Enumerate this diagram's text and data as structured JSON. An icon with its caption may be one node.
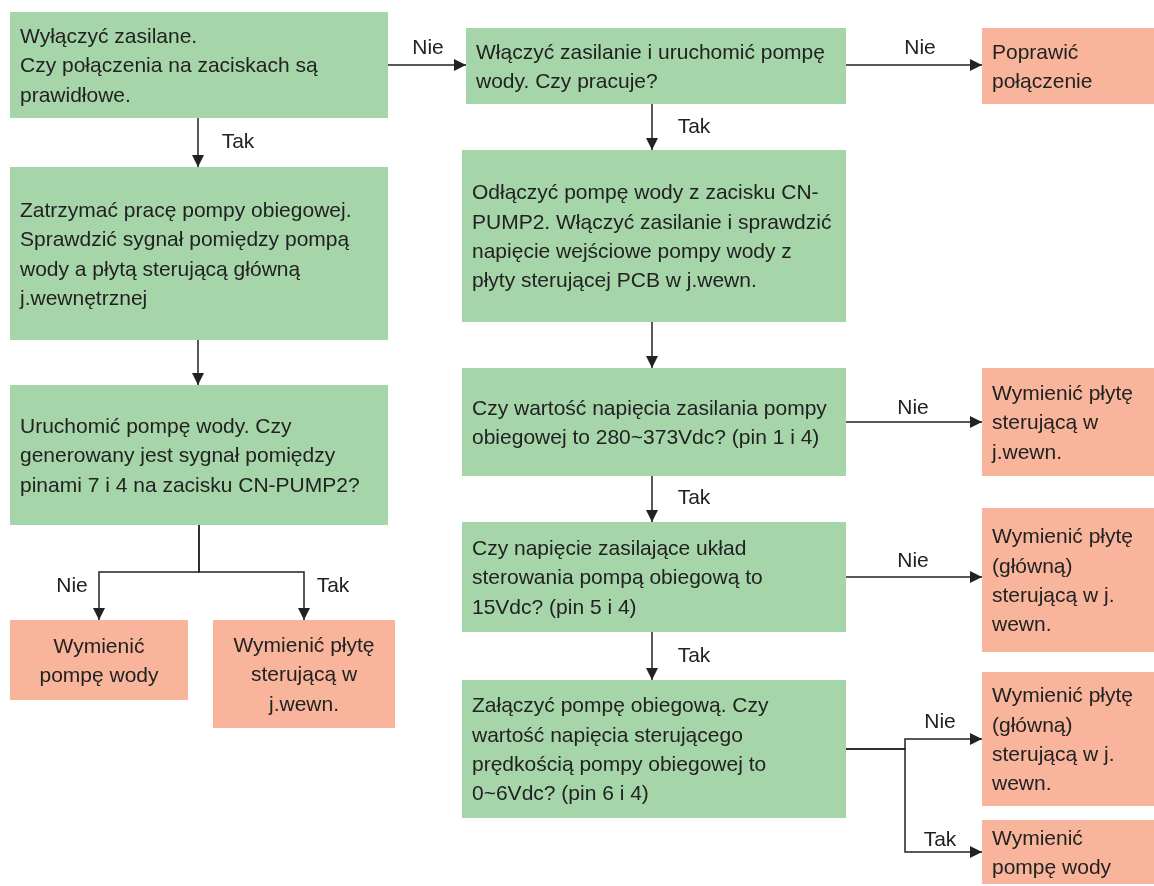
{
  "diagram": {
    "nodes": [
      {
        "text": [
          "Wyłączyć zasilane.",
          "Czy połączenia na zaciskach są prawidłowe."
        ]
      },
      {
        "text": [
          "Włączyć zasilanie i uruchomić pompę wody. Czy pracuje?"
        ]
      },
      {
        "text": [
          "Poprawić połączenie"
        ]
      },
      {
        "text": [
          "Zatrzymać pracę pompy obiegowej.",
          "Sprawdzić sygnał pomiędzy pompą wody a płytą sterującą główną j.wewnętrznej"
        ]
      },
      {
        "text": [
          "Uruchomić pompę wody. Czy generowany jest sygnał pomiędzy pinami 7 i 4 na zacisku CN-PUMP2?"
        ]
      },
      {
        "text": [
          "Wymienić pompę wody"
        ]
      },
      {
        "text": [
          "Wymienić płytę sterującą w j.wewn."
        ]
      },
      {
        "text": [
          "Odłączyć pompę wody z zacisku CN-PUMP2. Włączyć zasilanie i sprawdzić napięcie wejściowe pompy wody z płyty sterującej PCB w j.wewn."
        ]
      },
      {
        "text": [
          "Czy wartość napięcia zasilania pompy obiegowej to 280~373Vdc? (pin 1 i 4)"
        ]
      },
      {
        "text": [
          "Wymienić płytę sterującą w j.wewn."
        ]
      },
      {
        "text": [
          "Czy napięcie zasilające układ sterowania pompą obiegową to 15Vdc? (pin 5 i 4)"
        ]
      },
      {
        "text": [
          "Wymienić płytę (główną) sterującą w j. wewn."
        ]
      },
      {
        "text": [
          "Załączyć pompę obiegową. Czy wartość napięcia sterującego prędkością pompy obiegowej to 0~6Vdc? (pin 6 i 4)"
        ]
      },
      {
        "text": [
          "Wymienić płytę (główną) sterującą w j. wewn."
        ]
      },
      {
        "text": [
          "Wymienić pompę wody"
        ]
      }
    ],
    "edges": [
      {
        "from": 0,
        "to": 1,
        "arrow": "to",
        "label": "Nie"
      },
      {
        "from": 1,
        "to": 2,
        "arrow": "to",
        "label": "Nie"
      },
      {
        "from": 0,
        "to": 3,
        "arrow": "to",
        "label": "Tak"
      },
      {
        "from": 1,
        "to": 7,
        "arrow": "to",
        "label": "Tak"
      },
      {
        "from": 3,
        "to": 4,
        "arrow": "to"
      },
      {
        "from": 4,
        "to": 5,
        "arrow": "to",
        "label": "Nie"
      },
      {
        "from": 4,
        "to": 6,
        "arrow": "to",
        "label": "Tak"
      },
      {
        "from": 7,
        "to": 8,
        "arrow": "to"
      },
      {
        "from": 8,
        "to": 9,
        "arrow": "to",
        "label": "Nie"
      },
      {
        "from": 8,
        "to": 10,
        "arrow": "to",
        "label": "Tak"
      },
      {
        "from": 10,
        "to": 11,
        "arrow": "to",
        "label": "Nie"
      },
      {
        "from": 10,
        "to": 12,
        "arrow": "to",
        "label": "Tak"
      },
      {
        "from": 12,
        "to": 13,
        "arrow": "to",
        "label": "Nie"
      },
      {
        "from": 12,
        "to": 14,
        "arrow": "to",
        "label": "Tak"
      }
    ]
  }
}
